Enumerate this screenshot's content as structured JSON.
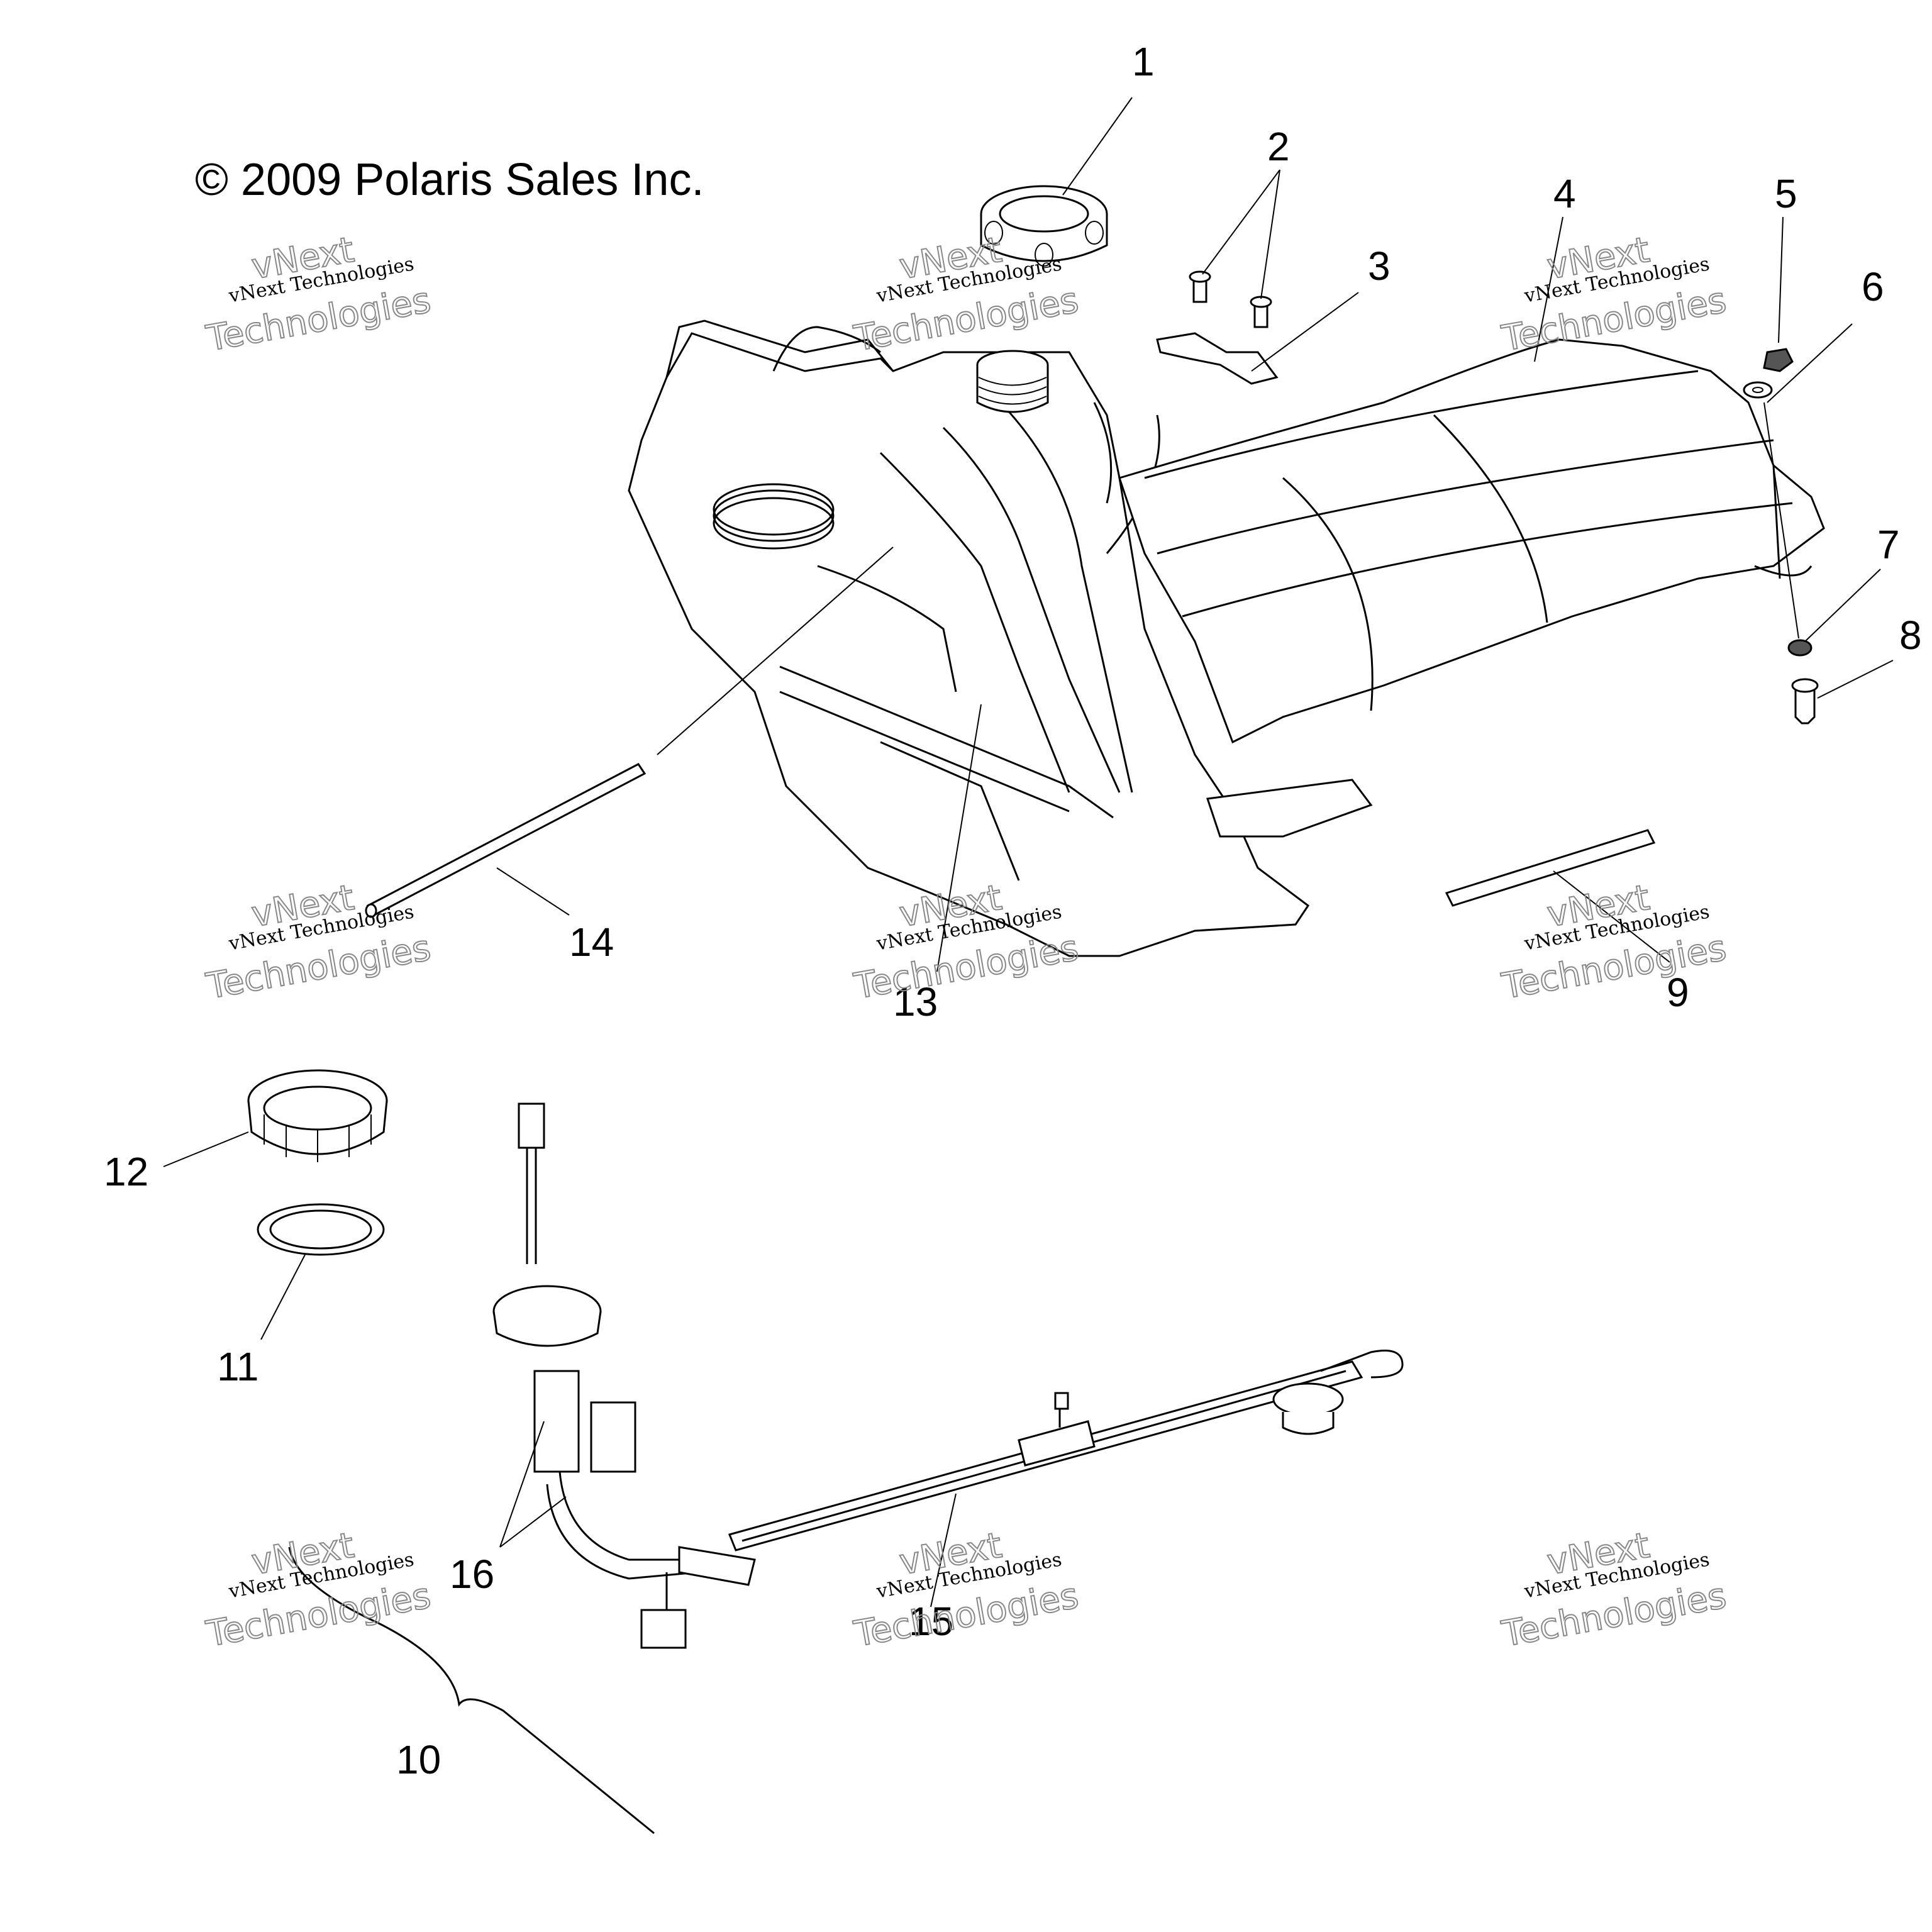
{
  "copyright": "© 2009 Polaris Sales Inc.",
  "watermark": {
    "line1": "vNext Technologies",
    "line2": "vNext",
    "line3": "Technologies"
  },
  "callouts": {
    "c1": "1",
    "c2": "2",
    "c3": "3",
    "c4": "4",
    "c5": "5",
    "c6": "6",
    "c7": "7",
    "c8": "8",
    "c9": "9",
    "c10": "10",
    "c11": "11",
    "c12": "12",
    "c13": "13",
    "c14": "14",
    "c15": "15",
    "c16": "16"
  }
}
